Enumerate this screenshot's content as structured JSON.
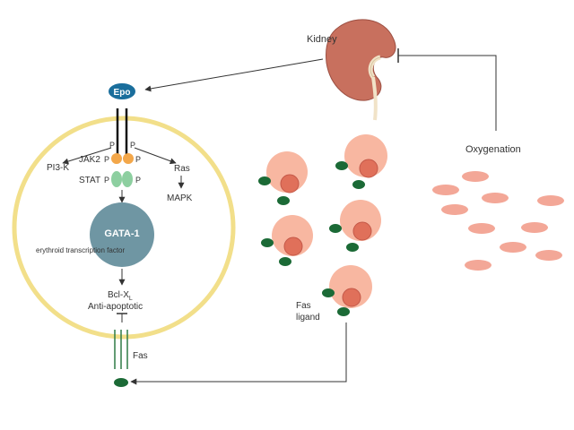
{
  "labels": {
    "kidney": "Kidney",
    "oxygenation": "Oxygenation",
    "epo": "Epo",
    "p": "P",
    "jak2": "JAK2",
    "pi3k": "PI3-K",
    "stat": "STAT",
    "ras": "Ras",
    "mapk": "MAPK",
    "gata1": "GATA-1",
    "erythroid_tf": "erythroid transcription factor",
    "bcl_x": "Bcl-X",
    "bcl_sub": "L",
    "anti_apoptotic": "Anti-apoptotic",
    "fas": "Fas",
    "fas_ligand_1": "Fas",
    "fas_ligand_2": "ligand"
  },
  "colors": {
    "cell_membrane": "#f2df8a",
    "cell_fill": "#ffffff",
    "epo_badge": "#1a6e9c",
    "gata_nucleus": "#6f96a3",
    "jak_p": "#f3a74a",
    "stat_p": "#8dcfa0",
    "progenitor_outer": "#f8b7a1",
    "progenitor_nucleus": "#e0705a",
    "fas_ligand_dot": "#1b6a36",
    "rbc": "#f3a797",
    "kidney": "#c8705e",
    "arrow": "#333333"
  }
}
